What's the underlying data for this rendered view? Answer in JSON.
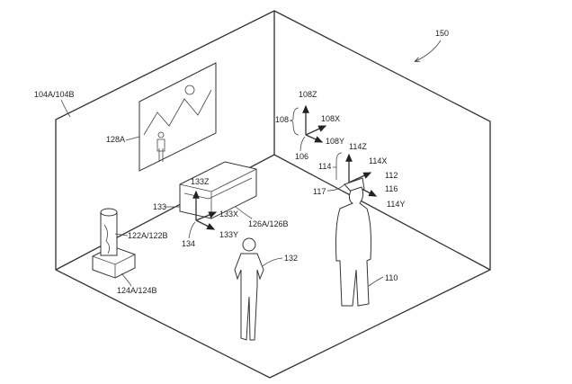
{
  "labels": {
    "fig_ref": "150",
    "room": "104A/104B",
    "picture": "128A",
    "coord_108": "108",
    "axis_108z": "108Z",
    "axis_108x": "108X",
    "axis_108y": "108Y",
    "origin_106": "106",
    "coord_114": "114",
    "axis_114z": "114Z",
    "axis_114x": "114X",
    "axis_114y": "114Y",
    "hmd_112": "112",
    "ref_116": "116",
    "ref_117": "117",
    "object_133": "133",
    "axis_133z": "133Z",
    "axis_133x": "133X",
    "axis_133y": "133Y",
    "origin_134": "134",
    "couch": "126A/126B",
    "lamp": "122A/122B",
    "stand": "124A/124B",
    "person_132": "132",
    "user_110": "110"
  }
}
